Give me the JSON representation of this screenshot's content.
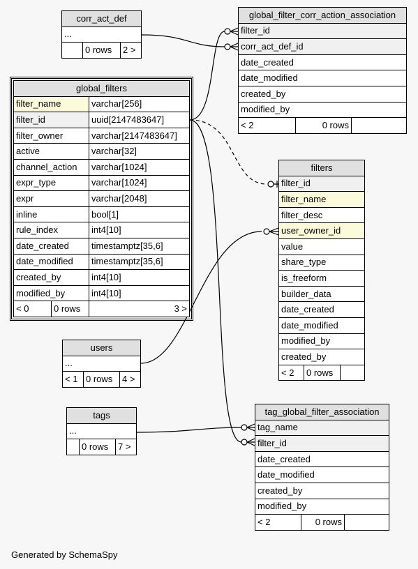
{
  "tables": {
    "corr_act_def": {
      "title": "corr_act_def",
      "rows": [
        "..."
      ],
      "footer": [
        "",
        "0 rows",
        "2 >"
      ]
    },
    "global_filter_corr_action_association": {
      "title": "global_filter_corr_action_association",
      "rows": [
        "filter_id",
        "corr_act_def_id",
        "date_created",
        "date_modified",
        "created_by",
        "modified_by"
      ],
      "footer": [
        "< 2",
        "0 rows",
        ""
      ]
    },
    "global_filters": {
      "title": "global_filters",
      "columns": [
        {
          "name": "filter_name",
          "type": "varchar[256]"
        },
        {
          "name": "filter_id",
          "type": "uuid[2147483647]"
        },
        {
          "name": "filter_owner",
          "type": "varchar[2147483647]"
        },
        {
          "name": "active",
          "type": "varchar[32]"
        },
        {
          "name": "channel_action",
          "type": "varchar[1024]"
        },
        {
          "name": "expr_type",
          "type": "varchar[1024]"
        },
        {
          "name": "expr",
          "type": "varchar[2048]"
        },
        {
          "name": "inline",
          "type": "bool[1]"
        },
        {
          "name": "rule_index",
          "type": "int4[10]"
        },
        {
          "name": "date_created",
          "type": "timestamptz[35,6]"
        },
        {
          "name": "date_modified",
          "type": "timestamptz[35,6]"
        },
        {
          "name": "created_by",
          "type": "int4[10]"
        },
        {
          "name": "modified_by",
          "type": "int4[10]"
        }
      ],
      "footer": [
        "< 0",
        "0 rows",
        "3 >"
      ]
    },
    "filters": {
      "title": "filters",
      "rows": [
        "filter_id",
        "filter_name",
        "filter_desc",
        "user_owner_id",
        "value",
        "share_type",
        "is_freeform",
        "builder_data",
        "date_created",
        "date_modified",
        "modified_by",
        "created_by"
      ],
      "footer": [
        "< 2",
        "0 rows",
        ""
      ]
    },
    "users": {
      "title": "users",
      "rows": [
        "..."
      ],
      "footer": [
        "< 1",
        "0 rows",
        "4 >"
      ]
    },
    "tags": {
      "title": "tags",
      "rows": [
        "..."
      ],
      "footer": [
        "",
        "0 rows",
        "7 >"
      ]
    },
    "tag_global_filter_association": {
      "title": "tag_global_filter_association",
      "rows": [
        "tag_name",
        "filter_id",
        "date_created",
        "date_modified",
        "created_by",
        "modified_by"
      ],
      "footer": [
        "< 2",
        "0 rows",
        ""
      ]
    }
  },
  "footer_text": "Generated by SchemaSpy",
  "colors": {
    "header": "#e0e0e0",
    "key": "#f0f0f0",
    "highlight": "#fbfbdb",
    "background": "#f7f7f7"
  }
}
